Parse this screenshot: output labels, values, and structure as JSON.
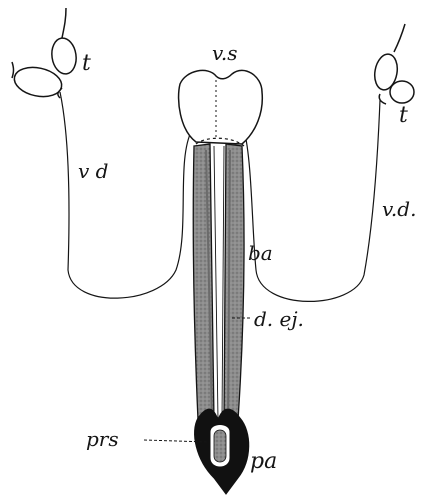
{
  "figure": {
    "labels": {
      "testis_left": "t",
      "testis_right": "t",
      "vesicula_seminalis": "v.s",
      "vas_deferens_left": "v d",
      "vas_deferens_right": "v.d.",
      "bulbus_accessorius": "ba",
      "ductus_ejaculatorius": "d. ej.",
      "penis_sheath": "prs",
      "penis": "pa"
    },
    "colors": {
      "ink": "#151515",
      "gland_fill": "#8a8a8a",
      "paper": "#ffffff"
    }
  }
}
